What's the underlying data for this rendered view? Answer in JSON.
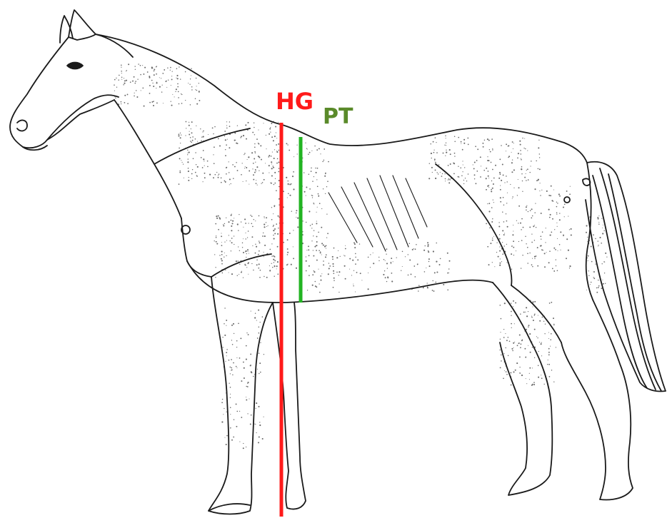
{
  "labels": {
    "hg": "HG",
    "pt": "PT"
  },
  "colors": {
    "hg_line": "#ff1a1a",
    "pt_line": "#22b422",
    "hg_label": "#ff1a1a",
    "pt_label": "#5a8a2a",
    "outline": "#1a1a1a",
    "stipple": "#6a6a6a",
    "background": "#ffffff"
  },
  "figure": {
    "subject": "horse-side-view-line-drawing"
  }
}
